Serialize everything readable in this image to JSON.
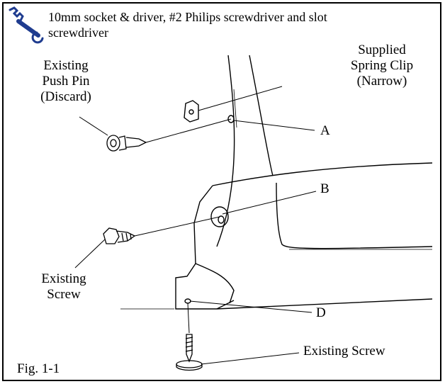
{
  "tools": {
    "line1": "10mm socket & driver, #2 Philips screwdriver and slot",
    "line2": "screwdriver",
    "icon": "wrench-icon"
  },
  "labels": {
    "push_pin": [
      "Existing",
      "Push Pin",
      "(Discard)"
    ],
    "spring_clip": [
      "Supplied",
      "Spring Clip",
      "(Narrow)"
    ],
    "existing_screw_left": [
      "Existing",
      "Screw"
    ],
    "existing_screw_bottom": "Existing Screw",
    "point_a": "A",
    "point_b": "B",
    "point_d": "D",
    "figure": "Fig. 1-1"
  }
}
